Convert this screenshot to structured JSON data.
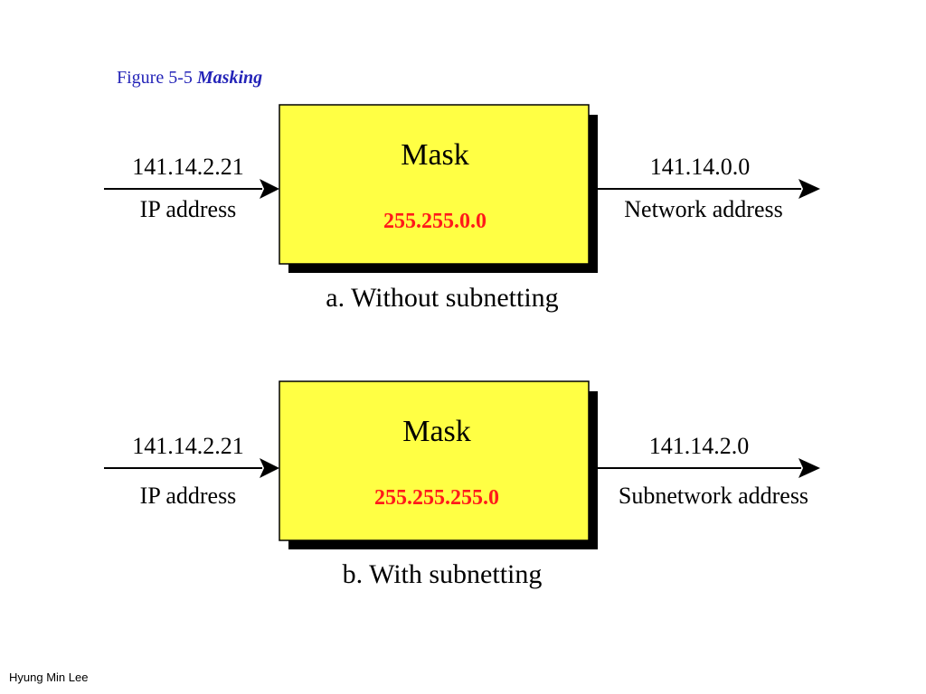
{
  "slide": {
    "figure_label": "Figure  5-5",
    "figure_name": "Masking",
    "footer_author": "Hyung Min Lee"
  },
  "colors": {
    "title_blue": "#2424b8",
    "mask_box_fill": "#ffff44",
    "mask_value_red": "#ff1a1a",
    "shadow": "#000000"
  },
  "panels": [
    {
      "input_address": "141.14.2.21",
      "input_label": "IP address",
      "mask_heading": "Mask",
      "mask_value": "255.255.0.0",
      "output_address": "141.14.0.0",
      "output_label": "Network address",
      "caption": "a. Without subnetting"
    },
    {
      "input_address": "141.14.2.21",
      "input_label": "IP address",
      "mask_heading": "Mask",
      "mask_value": "255.255.255.0",
      "output_address": "141.14.2.0",
      "output_label": "Subnetwork address",
      "caption": "b. With subnetting"
    }
  ]
}
